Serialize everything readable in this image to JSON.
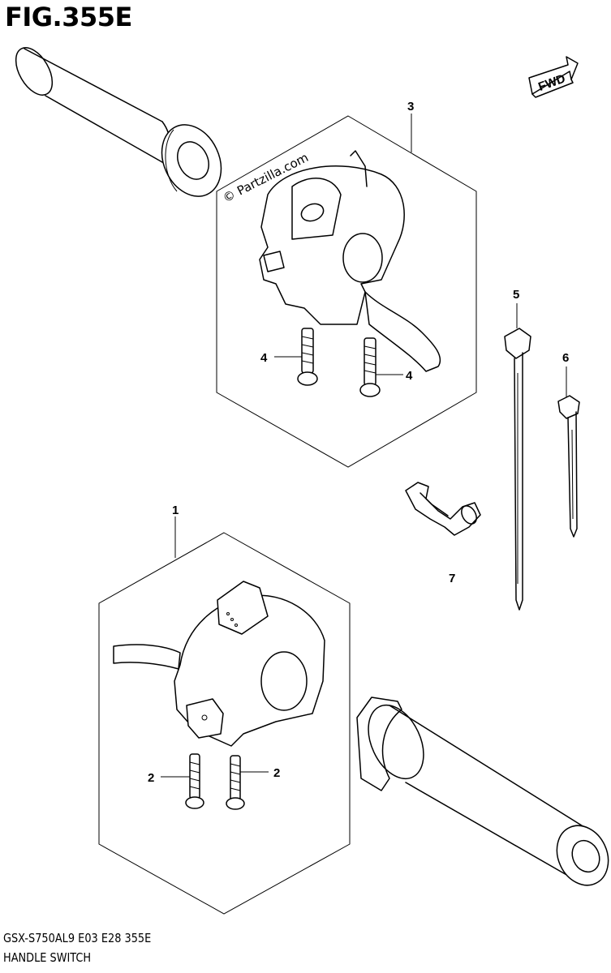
{
  "figure": {
    "title": "FIG.355E",
    "watermark": "© Partzilla.com",
    "direction_label": "FWD"
  },
  "callouts": {
    "part_1": "1",
    "part_2a": "2",
    "part_2b": "2",
    "part_3": "3",
    "part_4a": "4",
    "part_4b": "4",
    "part_5": "5",
    "part_6": "6",
    "part_7": "7"
  },
  "footer": {
    "code": "GSX-S750AL9  E03  E28  355E",
    "name": "HANDLE SWITCH"
  }
}
